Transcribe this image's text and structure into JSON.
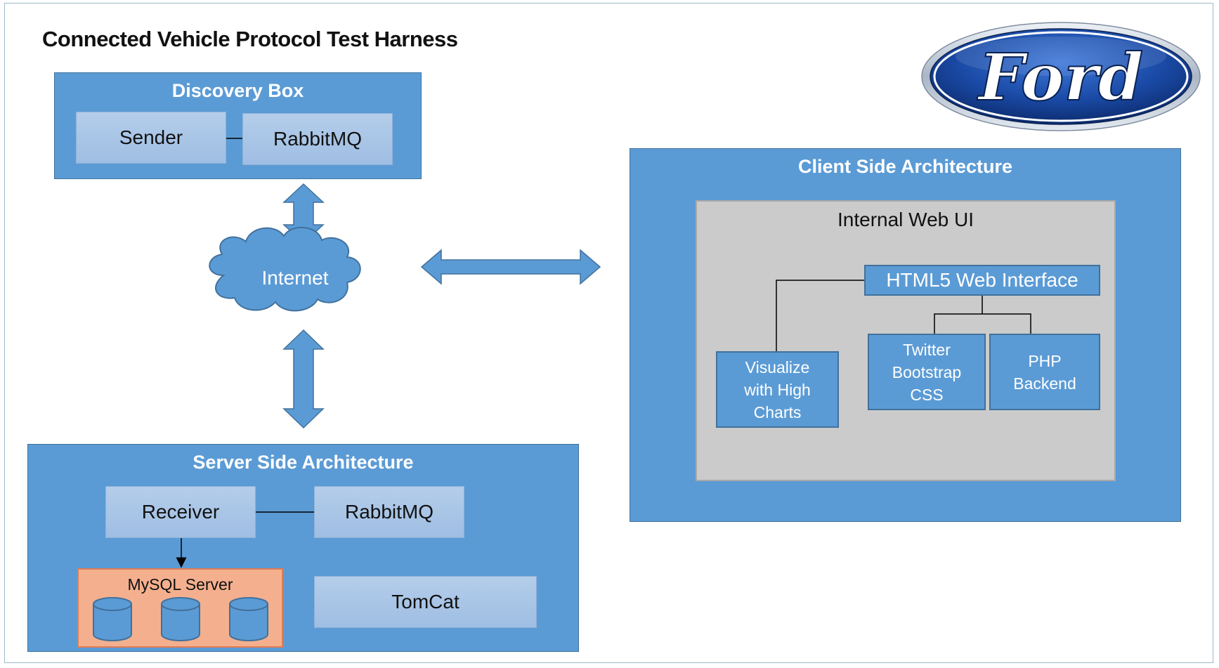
{
  "title": "Connected Vehicle Protocol Test Harness",
  "logo": {
    "text": "Ford",
    "colors": {
      "oval": "#1d4da8",
      "rim": "#c9d3e0"
    }
  },
  "discovery_box": {
    "title": "Discovery Box",
    "sender": "Sender",
    "rabbitmq": "RabbitMQ"
  },
  "internet": {
    "label": "Internet"
  },
  "server_side": {
    "title": "Server Side Architecture",
    "receiver": "Receiver",
    "rabbitmq": "RabbitMQ",
    "mysql": "MySQL Server",
    "tomcat": "TomCat"
  },
  "client_side": {
    "title": "Client Side Architecture",
    "internal_web_ui": "Internal Web UI",
    "html5": "HTML5 Web Interface",
    "visualize": "Visualize with High Charts",
    "bootstrap": "Twitter Bootstrap CSS",
    "php": "PHP Backend"
  },
  "colors": {
    "panel_blue": "#5b9bd5",
    "light_box": "#a9c6e7",
    "gray_box": "#cbcbcb",
    "mysql_orange": "#f4b08e"
  }
}
